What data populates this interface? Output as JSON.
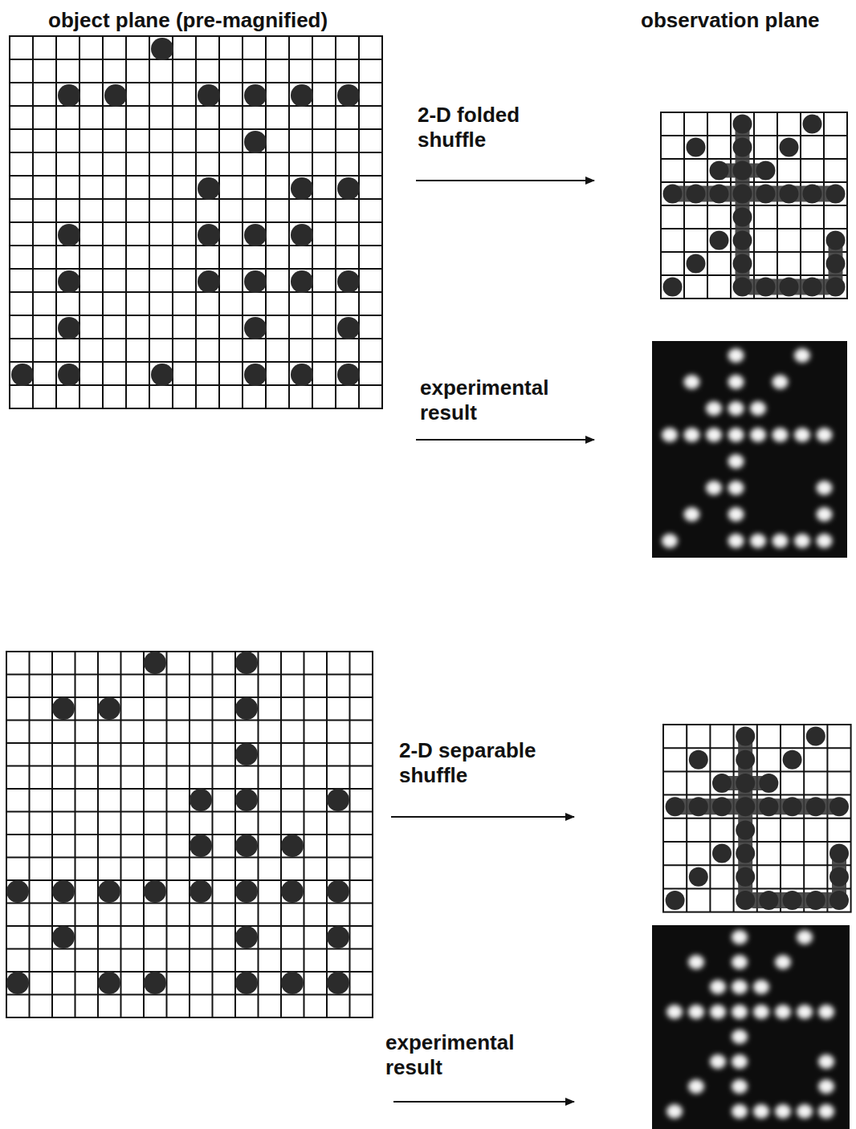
{
  "diagram": {
    "labels": [
      "object plane (pre-magnified)",
      "observation plane",
      "2-D folded shuffle",
      "experimental result",
      "2-D separable shuffle",
      "experimental result"
    ]
  }
}
